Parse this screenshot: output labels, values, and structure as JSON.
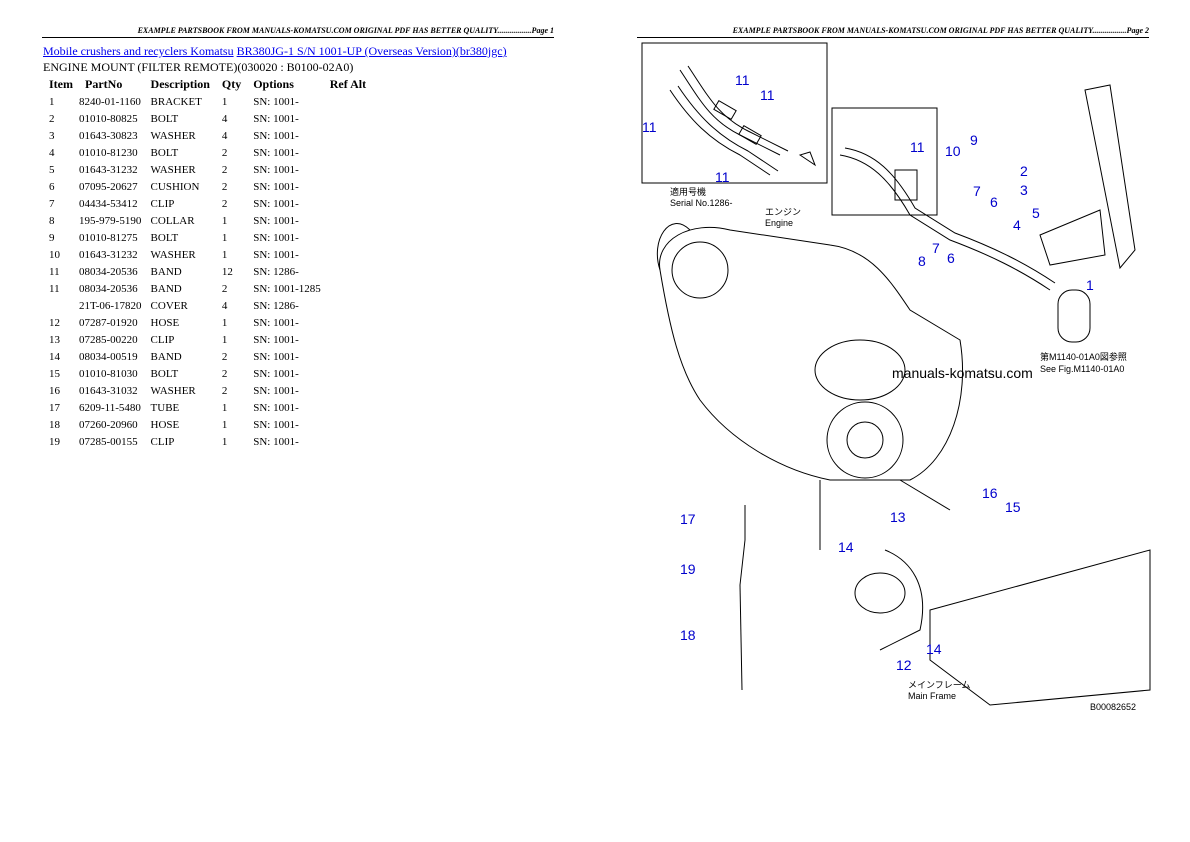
{
  "header": {
    "left": "EXAMPLE PARTSBOOK FROM MANUALS-KOMATSU.COM ORIGINAL PDF HAS BETTER QUALITY.................Page 1",
    "right": "EXAMPLE PARTSBOOK FROM MANUALS-KOMATSU.COM ORIGINAL PDF HAS BETTER QUALITY.................Page 2"
  },
  "breadcrumb": {
    "link1": "Mobile crushers and recyclers Komatsu",
    "link2": "BR380JG-1 S/N 1001-UP (Overseas Version)(br380jgc)"
  },
  "subtitle": "ENGINE MOUNT (FILTER REMOTE)(030020 : B0100-02A0)",
  "table": {
    "headers": [
      "Item",
      "PartNo",
      "Description",
      "Qty",
      "Options",
      "Ref Alt"
    ],
    "rows": [
      [
        "1",
        "8240-01-1160",
        "BRACKET",
        "1",
        "SN: 1001-",
        ""
      ],
      [
        "2",
        "01010-80825",
        "BOLT",
        "4",
        "SN: 1001-",
        ""
      ],
      [
        "3",
        "01643-30823",
        "WASHER",
        "4",
        "SN: 1001-",
        ""
      ],
      [
        "4",
        "01010-81230",
        "BOLT",
        "2",
        "SN: 1001-",
        ""
      ],
      [
        "5",
        "01643-31232",
        "WASHER",
        "2",
        "SN: 1001-",
        ""
      ],
      [
        "6",
        "07095-20627",
        "CUSHION",
        "2",
        "SN: 1001-",
        ""
      ],
      [
        "7",
        "04434-53412",
        "CLIP",
        "2",
        "SN: 1001-",
        ""
      ],
      [
        "8",
        "195-979-5190",
        "COLLAR",
        "1",
        "SN: 1001-",
        ""
      ],
      [
        "9",
        "01010-81275",
        "BOLT",
        "1",
        "SN: 1001-",
        ""
      ],
      [
        "10",
        "01643-31232",
        "WASHER",
        "1",
        "SN: 1001-",
        ""
      ],
      [
        "11",
        "08034-20536",
        "BAND",
        "12",
        "SN: 1286-",
        ""
      ],
      [
        "11",
        "08034-20536",
        "BAND",
        "2",
        "SN: 1001-1285",
        ""
      ],
      [
        "",
        "21T-06-17820",
        "COVER",
        "4",
        "SN: 1286-",
        ""
      ],
      [
        "12",
        "07287-01920",
        "HOSE",
        "1",
        "SN: 1001-",
        ""
      ],
      [
        "13",
        "07285-00220",
        "CLIP",
        "1",
        "SN: 1001-",
        ""
      ],
      [
        "14",
        "08034-00519",
        "BAND",
        "2",
        "SN: 1001-",
        ""
      ],
      [
        "15",
        "01010-81030",
        "BOLT",
        "2",
        "SN: 1001-",
        ""
      ],
      [
        "16",
        "01643-31032",
        "WASHER",
        "2",
        "SN: 1001-",
        ""
      ],
      [
        "17",
        "6209-11-5480",
        "TUBE",
        "1",
        "SN: 1001-",
        ""
      ],
      [
        "18",
        "07260-20960",
        "HOSE",
        "1",
        "SN: 1001-",
        ""
      ],
      [
        "19",
        "07285-00155",
        "CLIP",
        "1",
        "SN: 1001-",
        ""
      ]
    ]
  },
  "diagram": {
    "watermark": "manuals-komatsu.com",
    "serial_label_jp": "適用号機",
    "serial_label": "Serial No.1286-",
    "engine_label_jp": "エンジン",
    "engine_label": "Engine",
    "ref_fig_jp": "第M1140-01A0図参照",
    "ref_fig": "See Fig.M1140-01A0",
    "main_frame_jp": "メインフレーム",
    "main_frame": "Main Frame",
    "drawing_no": "B00082652",
    "callouts": [
      "11",
      "11",
      "11",
      "11",
      "11",
      "9",
      "10",
      "2",
      "3",
      "7",
      "6",
      "4",
      "5",
      "7",
      "8",
      "6",
      "1",
      "17",
      "19",
      "18",
      "13",
      "16",
      "15",
      "14",
      "14",
      "12"
    ]
  }
}
